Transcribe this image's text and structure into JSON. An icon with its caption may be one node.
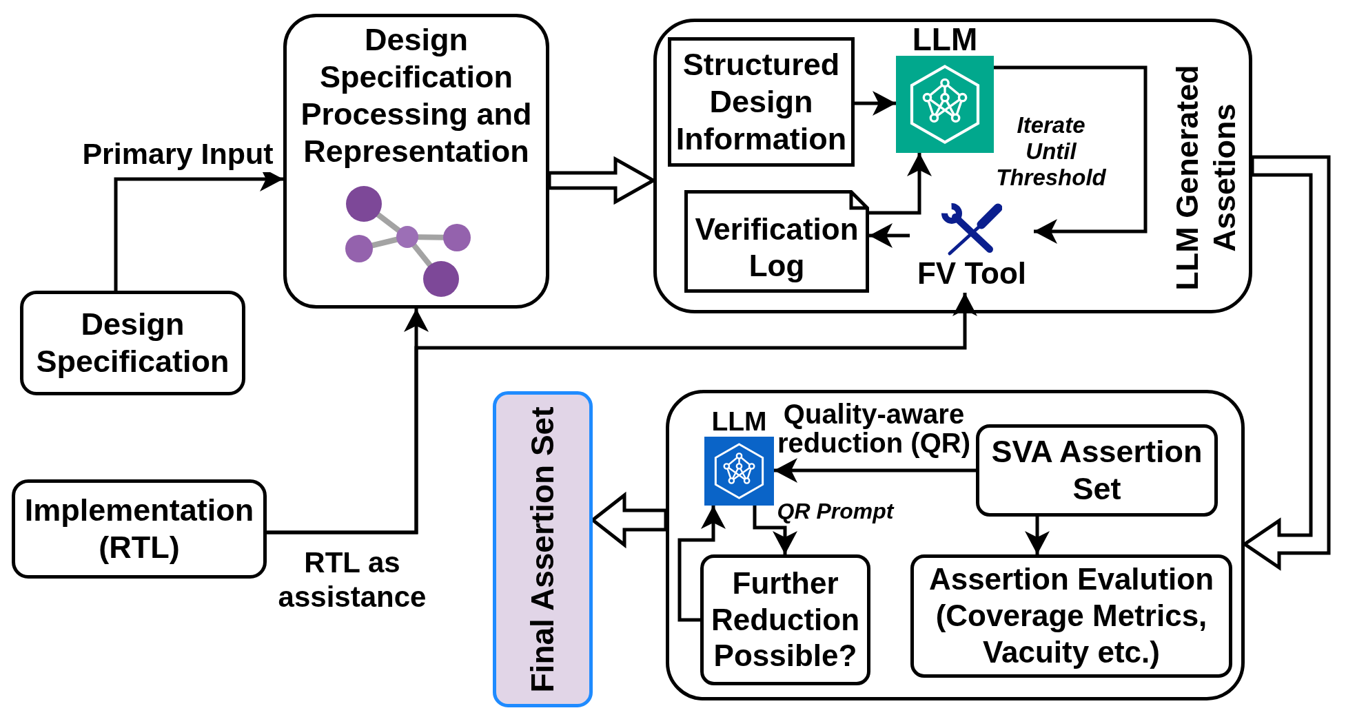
{
  "diagram": {
    "nodes": [
      {
        "text": [
          "Design Specification Processing and Representation"
        ]
      },
      {
        "text": [
          "LLM Generated Assetions"
        ]
      },
      {
        "text": [
          "Structured Design Information"
        ],
        "in": 1
      },
      {
        "text": [
          "LLM"
        ],
        "in": 1
      },
      {
        "text": [
          "Verification Log"
        ],
        "in": 1
      },
      {
        "text": [
          "FV Tool"
        ],
        "in": 1
      },
      {
        "text": [
          "Design Specification"
        ]
      },
      {
        "text": [
          "Final Assertion Set"
        ]
      },
      {
        "text": [],
        "shape": "box"
      },
      {
        "text": [
          "LLM"
        ],
        "in": 8
      },
      {
        "text": [
          "SVA Assertion Set"
        ],
        "in": 8
      },
      {
        "text": [
          "Implementation (RTL)"
        ]
      },
      {
        "text": [
          "Further Reduction Possible?"
        ],
        "in": 8
      },
      {
        "text": [
          "Assertion Evalution (Coverage Metrics, Vacuity etc.)"
        ],
        "in": 8
      }
    ],
    "edges": [
      {
        "from": 6,
        "to": 0,
        "arrow": "to",
        "label": "Primary Input"
      },
      {
        "from": 0,
        "to": 1,
        "arrow": "to",
        "style": "thick"
      },
      {
        "from": 2,
        "to": 3,
        "arrow": "to"
      },
      {
        "from": 4,
        "to": 3,
        "arrow": "to"
      },
      {
        "from": 3,
        "to": 5,
        "arrow": "to"
      },
      {
        "from": 5,
        "to": 4,
        "arrow": "to"
      },
      {
        "from": 11,
        "to": 0,
        "arrow": "to",
        "label": "RTL as assistance"
      },
      {
        "from": 11,
        "to": 5,
        "arrow": "to"
      },
      {
        "from": 1,
        "to": 8,
        "arrow": "to",
        "style": "thick"
      },
      {
        "from": 10,
        "to": 9,
        "arrow": "to",
        "label": "Quality-aware reduction (QR)"
      },
      {
        "from": 10,
        "to": 13,
        "arrow": "to"
      },
      {
        "from": 9,
        "to": 12,
        "arrow": "to",
        "label": "QR Prompt"
      },
      {
        "from": 12,
        "to": 9,
        "arrow": "to"
      },
      {
        "from": 8,
        "to": 7,
        "arrow": "to",
        "style": "thick"
      }
    ],
    "labels": [
      "Iterate Until Threshold"
    ]
  }
}
